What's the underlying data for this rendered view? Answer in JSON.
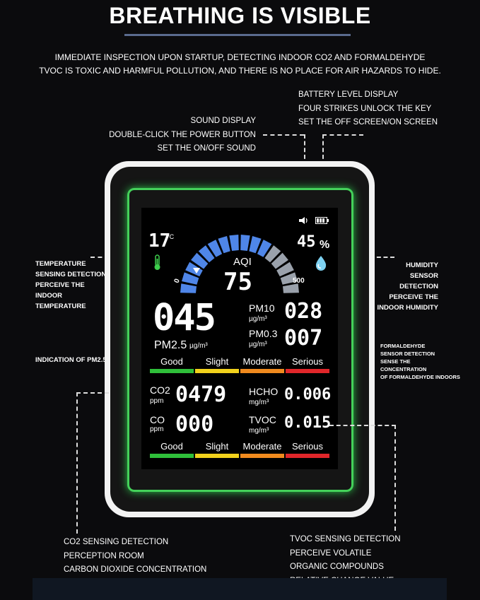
{
  "title": "BREATHING IS VISIBLE",
  "intro": [
    "IMMEDIATE INSPECTION UPON STARTUP, DETECTING INDOOR CO2 AND FORMALDEHYDE",
    "TVOC IS TOXIC AND HARMFUL POLLUTION, AND THERE IS NO PLACE FOR AIR HAZARDS TO HIDE."
  ],
  "callouts": {
    "battery": [
      "BATTERY LEVEL DISPLAY",
      "FOUR STRIKES UNLOCK THE KEY",
      "SET THE OFF SCREEN/ON SCREEN"
    ],
    "sound": [
      "SOUND DISPLAY",
      "DOUBLE-CLICK THE POWER BUTTON",
      "SET THE ON/OFF SOUND"
    ],
    "temperature": [
      "TEMPERATURE",
      "SENSING DETECTION",
      "PERCEIVE THE",
      "INDOOR",
      "TEMPERATURE"
    ],
    "humidity": [
      "HUMIDITY",
      "SENSOR",
      "DETECTION",
      "PERCEIVE THE",
      "INDOOR HUMIDITY"
    ],
    "pm25": "INDICATION OF PM2.5",
    "formaldehyde": [
      "FORMALDEHYDE",
      "SENSOR DETECTION",
      "SENSE THE",
      "CONCENTRATION",
      "OF FORMALDEHYDE INDOORS"
    ],
    "co2": [
      "CO2 SENSING DETECTION",
      "PERCEPTION ROOM",
      "CARBON DIOXIDE CONCENTRATION"
    ],
    "tvoc": [
      "TVOC SENSING DETECTION",
      "PERCEIVE VOLATILE",
      "ORGANIC COMPOUNDS",
      "RELATIVE CHANGE VALUE"
    ]
  },
  "screen": {
    "temperature": "17",
    "temp_unit": "°C",
    "humidity": "45",
    "humidity_unit": "%",
    "aqi_label": "AQI",
    "aqi_value": "75",
    "aqi_min": "0",
    "aqi_max": "500",
    "pm25_value": "045",
    "pm25_label": "PM2.5",
    "pm25_unit": "µg/m³",
    "pm10_label": "PM10",
    "pm10_unit": "µg/m³",
    "pm10_value": "028",
    "pm03_label": "PM0.3",
    "pm03_unit": "µg/m³",
    "pm03_value": "007",
    "co2_label": "CO2",
    "co2_unit": "ppm",
    "co2_value": "0479",
    "co_label": "CO",
    "co_unit": "ppm",
    "co_value": "000",
    "hcho_label": "HCHO",
    "hcho_unit": "mg/m³",
    "hcho_value": "0.006",
    "tvoc_label": "TVOC",
    "tvoc_unit": "mg/m³",
    "tvoc_value": "0.015",
    "levels": [
      "Good",
      "Slight",
      "Moderate",
      "Serious"
    ],
    "level_colors": [
      "#2fbf3a",
      "#f2d21c",
      "#f08a1e",
      "#e0262a"
    ],
    "arc_segments": 16,
    "arc_lit": 11,
    "arc_color": "#4f86e8"
  }
}
